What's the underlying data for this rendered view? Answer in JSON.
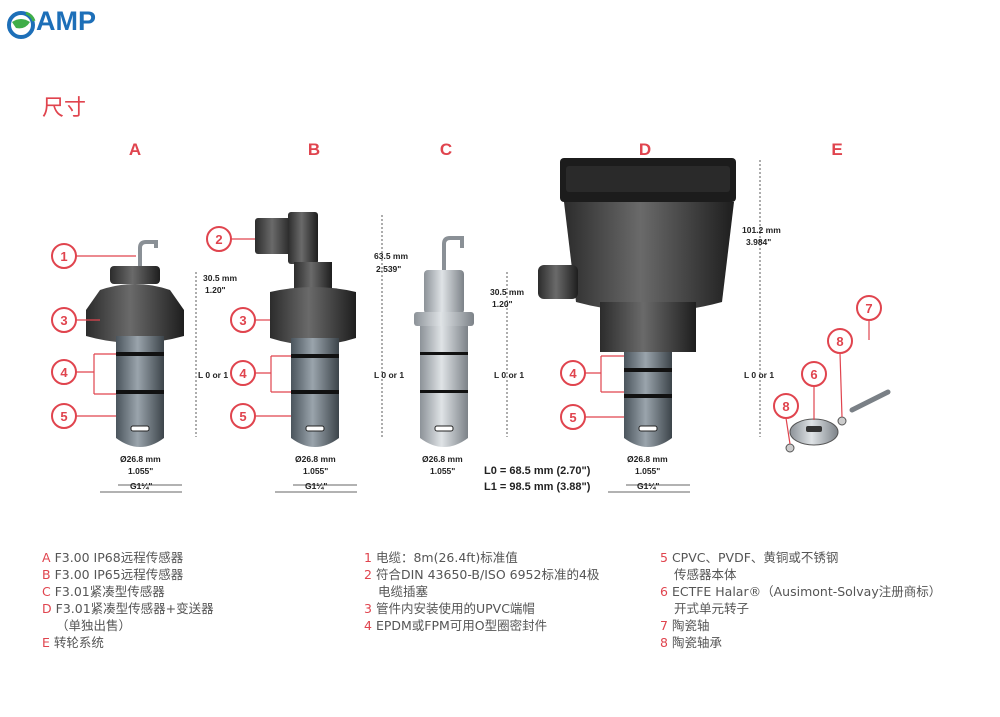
{
  "brand": {
    "logo_text": "AMP",
    "accent": "#e0444e",
    "brand_color": "#1d6fb8"
  },
  "title": "尺寸",
  "columns": [
    "A",
    "B",
    "C",
    "D",
    "E"
  ],
  "callouts": [
    "1",
    "2",
    "3",
    "4",
    "5",
    "6",
    "7",
    "8"
  ],
  "dims": {
    "a_top": "30.5 mm",
    "a_top_in": "1.20\"",
    "b_top": "63.5 mm",
    "b_top_in": "2.539\"",
    "c_top": "30.5 mm",
    "c_top_in": "1.20\"",
    "d_top": "101.2 mm",
    "d_top_in": "3.984\"",
    "l": "L 0 or 1",
    "dia": "Ø26.8 mm",
    "dia_in": "1.055\"",
    "thread": "G1¼\""
  },
  "lnotes": [
    "L0 = 68.5 mm (2.70\")",
    "L1 = 98.5 mm (3.88\")"
  ],
  "legend": {
    "col1": [
      {
        "key": "A",
        "text": "F3.00 IP68远程传感器"
      },
      {
        "key": "B",
        "text": "F3.00 IP65远程传感器"
      },
      {
        "key": "C",
        "text": "F3.01紧凑型传感器"
      },
      {
        "key": "D",
        "text": "F3.01紧凑型传感器+变送器"
      },
      {
        "key": "",
        "text": "（单独出售）"
      },
      {
        "key": "E",
        "text": "转轮系统"
      }
    ],
    "col2": [
      {
        "key": "1",
        "text": "电缆：8m(26.4ft)标准值"
      },
      {
        "key": "2",
        "text": "符合DIN 43650-B/ISO 6952标准的4极"
      },
      {
        "key": "",
        "text": "电缆插塞"
      },
      {
        "key": "3",
        "text": "管件内安装使用的UPVC端帽"
      },
      {
        "key": "4",
        "text": "EPDM或FPM可用O型圈密封件"
      }
    ],
    "col3": [
      {
        "key": "5",
        "text": "CPVC、PVDF、黄铜或不锈钢"
      },
      {
        "key": "",
        "text": "传感器本体"
      },
      {
        "key": "6",
        "text": "ECTFE Halar®（Ausimont-Solvay注册商标）"
      },
      {
        "key": "",
        "text": "开式单元转子"
      },
      {
        "key": "7",
        "text": "陶瓷轴"
      },
      {
        "key": "8",
        "text": "陶瓷轴承"
      }
    ]
  }
}
